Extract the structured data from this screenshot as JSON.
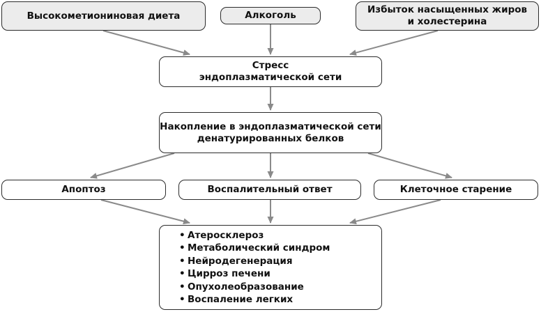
{
  "causes": {
    "diet": "Высокометиониновая диета",
    "alcohol": "Алкоголь",
    "fats_line1": "Избыток насыщенных жиров",
    "fats_line2": "и холестерина"
  },
  "stress": {
    "line1": "Стресс",
    "line2": "эндоплазматической сети"
  },
  "accumulation": {
    "line1": "Накопление в эндоплазматической сети",
    "line2": "денатурированных белков"
  },
  "responses": {
    "apoptosis": "Апоптоз",
    "inflammation": "Воспалительный ответ",
    "aging": "Клеточное старение"
  },
  "outcomes": [
    "Атеросклероз",
    "Метаболический синдром",
    "Нейродегенерация",
    "Цирроз печени",
    "Опухолеобразование",
    "Воспаление легких"
  ],
  "colors": {
    "arrow": "#8a8a8a",
    "border": "#2b2b2b",
    "cause_fill": "#ececec",
    "box_fill": "#ffffff"
  }
}
